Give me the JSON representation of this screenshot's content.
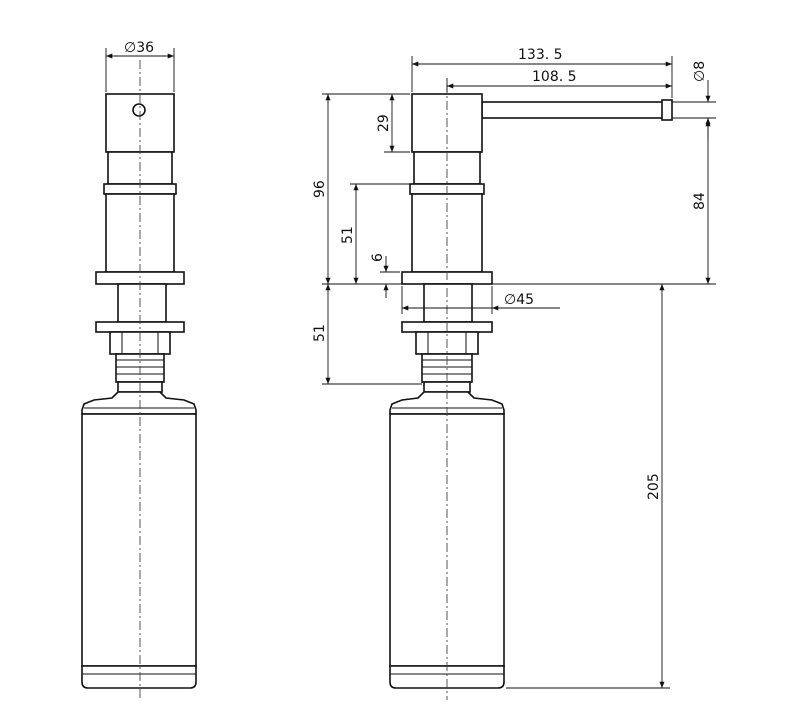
{
  "dimensions": {
    "dia_36": "∅36",
    "len_133_5": "133. 5",
    "len_108_5": "108. 5",
    "dia_8": "∅8",
    "h_29": "29",
    "h_96": "96",
    "h_51_upper": "51",
    "h_6": "6",
    "h_84": "84",
    "dia_45": "∅45",
    "h_51_lower": "51",
    "h_205": "205"
  }
}
